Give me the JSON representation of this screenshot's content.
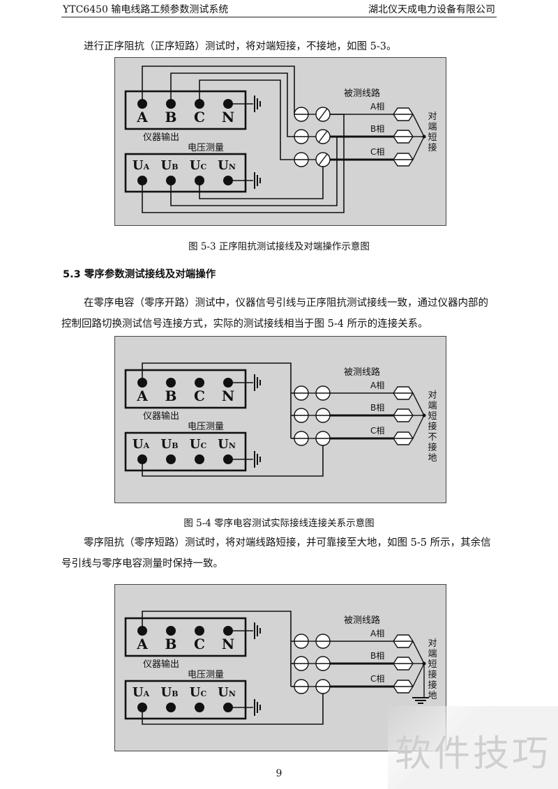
{
  "header": {
    "left": "YTC6450 输电线路工频参数测试系统",
    "right": "湖北仪天成电力设备有限公司"
  },
  "para1": "进行正序阻抗（正序短路）测试时，将对端短接，不接地，如图 5-3。",
  "fig1_caption": "图 5-3  正序阻抗测试接线及对端操作示意图",
  "section_title": "5.3  零序参数测试接线及对端操作",
  "para2": "在零序电容（零序开路）测试中，仪器信号引线与正序阻抗测试接线一致，通过仪器内部的控制回路切换测试信号连接方式，实际的测试接线相当于图 5-4 所示的连接关系。",
  "fig2_caption": "图 5-4  零序电容测试实际接线连接关系示意图",
  "para3": "零序阻抗（零序短路）测试时，将对端线路短接，并可靠接至大地，如图 5-5 所示，其余信号引线与零序电容测量时保持一致。",
  "diagram": {
    "terminals_out": [
      "A",
      "B",
      "C",
      "N"
    ],
    "terminals_v": [
      {
        "main": "U",
        "sub": "A"
      },
      {
        "main": "U",
        "sub": "B"
      },
      {
        "main": "U",
        "sub": "C"
      },
      {
        "main": "U",
        "sub": "N"
      }
    ],
    "label_output": "仪器输出",
    "label_voltage": "电压测量",
    "label_line": "被测线路",
    "phases": [
      "A相",
      "B相",
      "C相"
    ],
    "fig1_remote": "对端短接",
    "fig2_remote": "对端短接不接地",
    "fig3_remote": "对端短接接地"
  },
  "page_number": "9",
  "watermark": "软件技巧"
}
